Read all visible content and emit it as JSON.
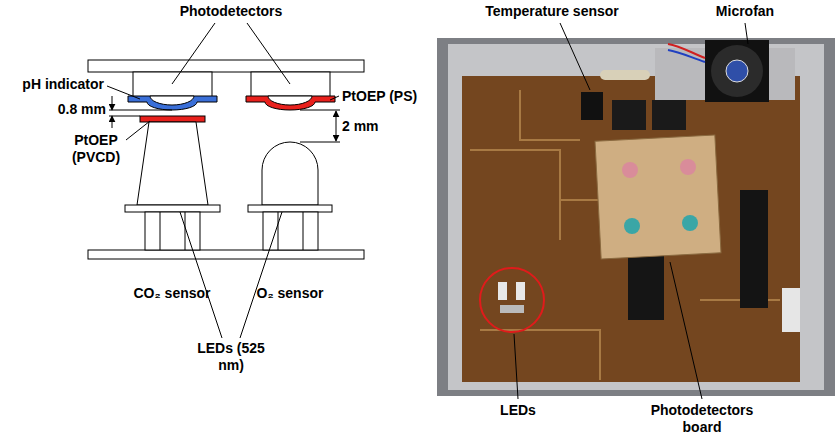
{
  "diagram": {
    "labels": [
      "Photodetectors",
      "pH indicator",
      "PtOEP (PS)",
      "0.8 mm",
      "2 mm",
      "PtOEP (PVCD)",
      "CO₂ sensor",
      "O₂ sensor",
      "LEDs (525 nm)",
      "Temperature sensor",
      "Microfan",
      "LEDs",
      "Photodetectors board"
    ]
  }
}
